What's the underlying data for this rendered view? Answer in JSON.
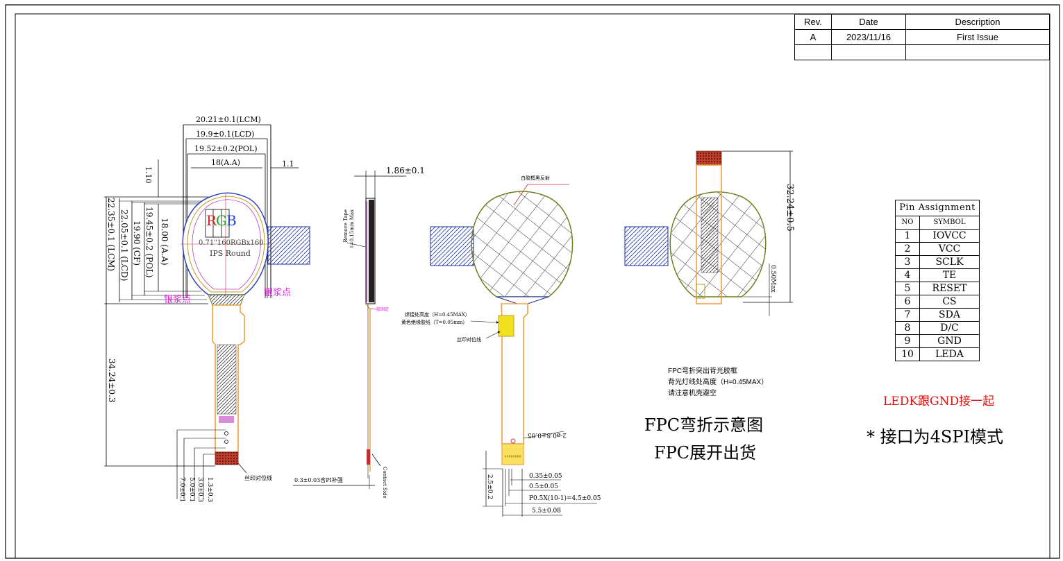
{
  "revision_table": {
    "headers": [
      "Rev.",
      "Date",
      "Description"
    ],
    "rows": [
      [
        "A",
        "2023/11/16",
        "First Issue"
      ],
      [
        "",
        "",
        ""
      ]
    ]
  },
  "dimensions": {
    "w_lcm": "20.21±0.1(LCM)",
    "w_lcd": "19.9±0.1(LCD)",
    "w_pol": "19.52±0.2(POL)",
    "w_aa": "18(A.A)",
    "d_1_10": "1.10",
    "d_1_1": "1.1",
    "h_lcm": "22.35±0.1 (LCM)",
    "h_lcd": "22.05±0.1 (LCD)",
    "h_cf": "19.90 (CF)",
    "h_pol": "19.45±0.2 (POL)",
    "h_aa": "18.00 (A.A)",
    "fpc_len": "34.24±0.3",
    "thick": "1.86±0.1",
    "fpc_thick": "0.3±0.03含PI补强",
    "b_7": "7.0±0.1",
    "b_5": "5.0±0.1",
    "b_3": "3.0±0.3",
    "b_1_3": "1.3±0.3",
    "bend_total": "32.24±0.5",
    "bend_max": "0.50Max",
    "pin_w": "0.35±0.05",
    "pin_p": "0.5±0.05",
    "pin_pitch": "P0.5X(10-1)=4.5±0.05",
    "pin_total": "5.5±0.08",
    "pin_len": "2.5±0.2",
    "fpc_w": "2-ø0.8±0.05"
  },
  "labels": {
    "rgb": "RGB",
    "lcd_spec": "0.71\"160RGBx160",
    "lcd_type": "IPS Round",
    "silver_left": "银浆点",
    "silver_right": "银浆点",
    "remove_tape": "Remove Tape",
    "tape_max": "t=0.15mm Max",
    "glue_fix": "胶固定",
    "contact_side": "Contact Side",
    "silk_mark_1": "丝印对位线",
    "silk_mark_2": "丝印对位线",
    "reflector": "白胶框黑反射",
    "solder_height": "焊接处高度（H=0.45MAX）",
    "yellow_tape": "黄色绝缘胶纸（T=0.05mm）"
  },
  "notes": {
    "fpc_bend_1": "FPC弯折突出背光胶框",
    "fpc_bend_2": "背光灯线处高度（H=0.45MAX）",
    "fpc_bend_3": "请注意机壳避空",
    "fpc_title_1": "FPC弯折示意图",
    "fpc_title_2": "FPC展开出货",
    "ledk_gnd": "LEDK跟GND接一起",
    "interface": "* 接口为4SPI模式"
  },
  "pin_assignment": {
    "title": "Pin Assignment",
    "col_no": "NO",
    "col_symbol": "SYMBOL",
    "pins": [
      [
        "1",
        "IOVCC"
      ],
      [
        "2",
        "VCC"
      ],
      [
        "3",
        "SCLK"
      ],
      [
        "4",
        "TE"
      ],
      [
        "5",
        "RESET"
      ],
      [
        "6",
        "CS"
      ],
      [
        "7",
        "SDA"
      ],
      [
        "8",
        "D/C"
      ],
      [
        "9",
        "GND"
      ],
      [
        "10",
        "LEDA"
      ]
    ]
  },
  "colors": {
    "fpc": "#f0a040",
    "accent_red": "#e01010",
    "magenta": "#e020e0",
    "blue": "#2020c0",
    "olive": "#708020"
  }
}
